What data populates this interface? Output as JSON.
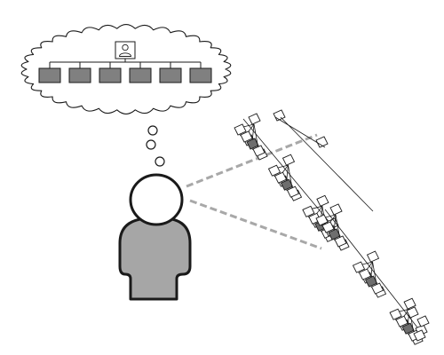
{
  "diagram": {
    "colors": {
      "stroke": "#1a1a1a",
      "box_fill": "#808080",
      "dark_node": "#6e6e6e",
      "body_fill": "#a6a6a6",
      "dash": "#a8a8a8",
      "background": "#ffffff"
    },
    "thought": {
      "root_icon": "person-icon",
      "child_boxes": 6,
      "bubble_trail": 3
    },
    "person_icon": "person-icon",
    "big_tree": {
      "branches": 2,
      "dark_nodes_per_branch": 3
    }
  }
}
